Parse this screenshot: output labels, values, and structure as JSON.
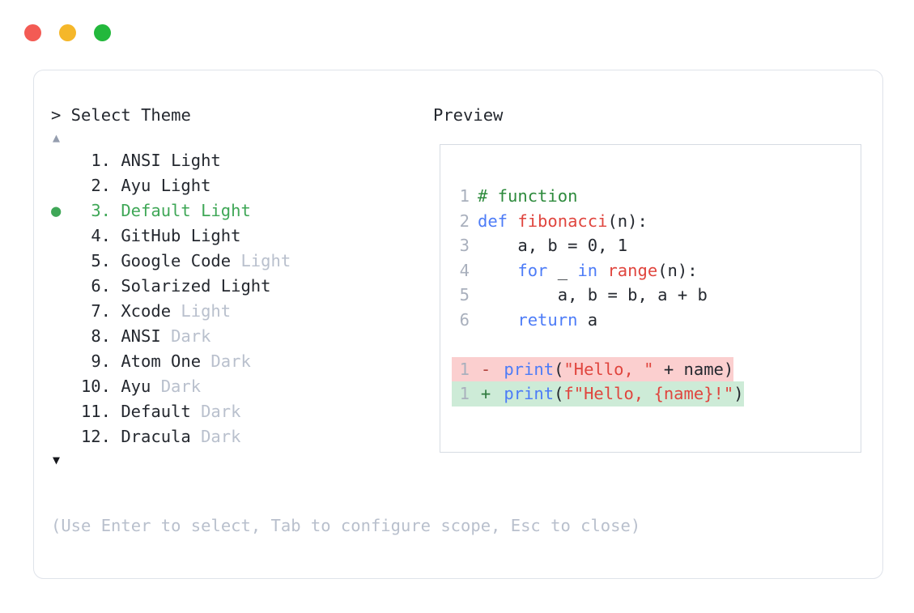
{
  "window": {
    "traffic_lights": [
      {
        "name": "close",
        "color": "#f35b54"
      },
      {
        "name": "minimize",
        "color": "#f5b72a"
      },
      {
        "name": "maximize",
        "color": "#23b83c"
      }
    ]
  },
  "selector": {
    "prompt": "> Select Theme",
    "scroll_up_glyph": "▲",
    "scroll_down_glyph": "▼",
    "selected_index": 3,
    "bullet_glyph": "●",
    "items": [
      {
        "number": "1.",
        "name": "ANSI",
        "suffix": "Light",
        "suffix_dim": false,
        "selected": false
      },
      {
        "number": "2.",
        "name": "Ayu",
        "suffix": "Light",
        "suffix_dim": false,
        "selected": false
      },
      {
        "number": "3.",
        "name": "Default",
        "suffix": "Light",
        "suffix_dim": false,
        "selected": true
      },
      {
        "number": "4.",
        "name": "GitHub",
        "suffix": "Light",
        "suffix_dim": false,
        "selected": false
      },
      {
        "number": "5.",
        "name": "Google Code",
        "suffix": "Light",
        "suffix_dim": true,
        "selected": false
      },
      {
        "number": "6.",
        "name": "Solarized",
        "suffix": "Light",
        "suffix_dim": false,
        "selected": false
      },
      {
        "number": "7.",
        "name": "Xcode",
        "suffix": "Light",
        "suffix_dim": true,
        "selected": false
      },
      {
        "number": "8.",
        "name": "ANSI",
        "suffix": "Dark",
        "suffix_dim": true,
        "selected": false
      },
      {
        "number": "9.",
        "name": "Atom One",
        "suffix": "Dark",
        "suffix_dim": true,
        "selected": false
      },
      {
        "number": "10.",
        "name": "Ayu",
        "suffix": "Dark",
        "suffix_dim": true,
        "selected": false
      },
      {
        "number": "11.",
        "name": "Default",
        "suffix": "Dark",
        "suffix_dim": true,
        "selected": false
      },
      {
        "number": "12.",
        "name": "Dracula",
        "suffix": "Dark",
        "suffix_dim": true,
        "selected": false
      }
    ],
    "hint": "(Use Enter to select, Tab to configure scope, Esc to close)"
  },
  "preview": {
    "label": "Preview",
    "code_lines": [
      {
        "ln": "1",
        "tokens": [
          {
            "t": "# function",
            "c": "com"
          }
        ]
      },
      {
        "ln": "2",
        "tokens": [
          {
            "t": "def ",
            "c": "kw"
          },
          {
            "t": "fibonacci",
            "c": "fn"
          },
          {
            "t": "(n):",
            "c": "txt"
          }
        ]
      },
      {
        "ln": "3",
        "tokens": [
          {
            "t": "    a, b = 0, 1",
            "c": "txt"
          }
        ]
      },
      {
        "ln": "4",
        "tokens": [
          {
            "t": "    ",
            "c": "txt"
          },
          {
            "t": "for",
            "c": "kw"
          },
          {
            "t": " _ ",
            "c": "txt"
          },
          {
            "t": "in",
            "c": "kw"
          },
          {
            "t": " ",
            "c": "txt"
          },
          {
            "t": "range",
            "c": "fn"
          },
          {
            "t": "(n):",
            "c": "txt"
          }
        ]
      },
      {
        "ln": "5",
        "tokens": [
          {
            "t": "        a, b = b, a + b",
            "c": "txt"
          }
        ]
      },
      {
        "ln": "6",
        "tokens": [
          {
            "t": "    ",
            "c": "txt"
          },
          {
            "t": "return",
            "c": "kw"
          },
          {
            "t": " a",
            "c": "txt"
          }
        ]
      }
    ],
    "diff_lines": [
      {
        "ln": "1",
        "marker": "-",
        "kind": "del",
        "tokens": [
          {
            "t": "print",
            "c": "kw"
          },
          {
            "t": "(",
            "c": "txt"
          },
          {
            "t": "\"Hello, \"",
            "c": "str"
          },
          {
            "t": " + name)",
            "c": "txt"
          }
        ]
      },
      {
        "ln": "1",
        "marker": "+",
        "kind": "add",
        "tokens": [
          {
            "t": "print",
            "c": "kw"
          },
          {
            "t": "(",
            "c": "txt"
          },
          {
            "t": "f\"Hello, {name}!\"",
            "c": "str"
          },
          {
            "t": ")",
            "c": "txt"
          }
        ]
      }
    ]
  },
  "colors": {
    "accent_green": "#3fa757",
    "comment_green": "#2e8b3d",
    "keyword_blue": "#4d7cf7",
    "string_red": "#e0453e",
    "diff_remove_bg": "#fbcfcf",
    "diff_add_bg": "#cdebd7",
    "dim_text": "#b9c0cd",
    "body_text": "#24282f",
    "border": "#dfe3ea"
  }
}
